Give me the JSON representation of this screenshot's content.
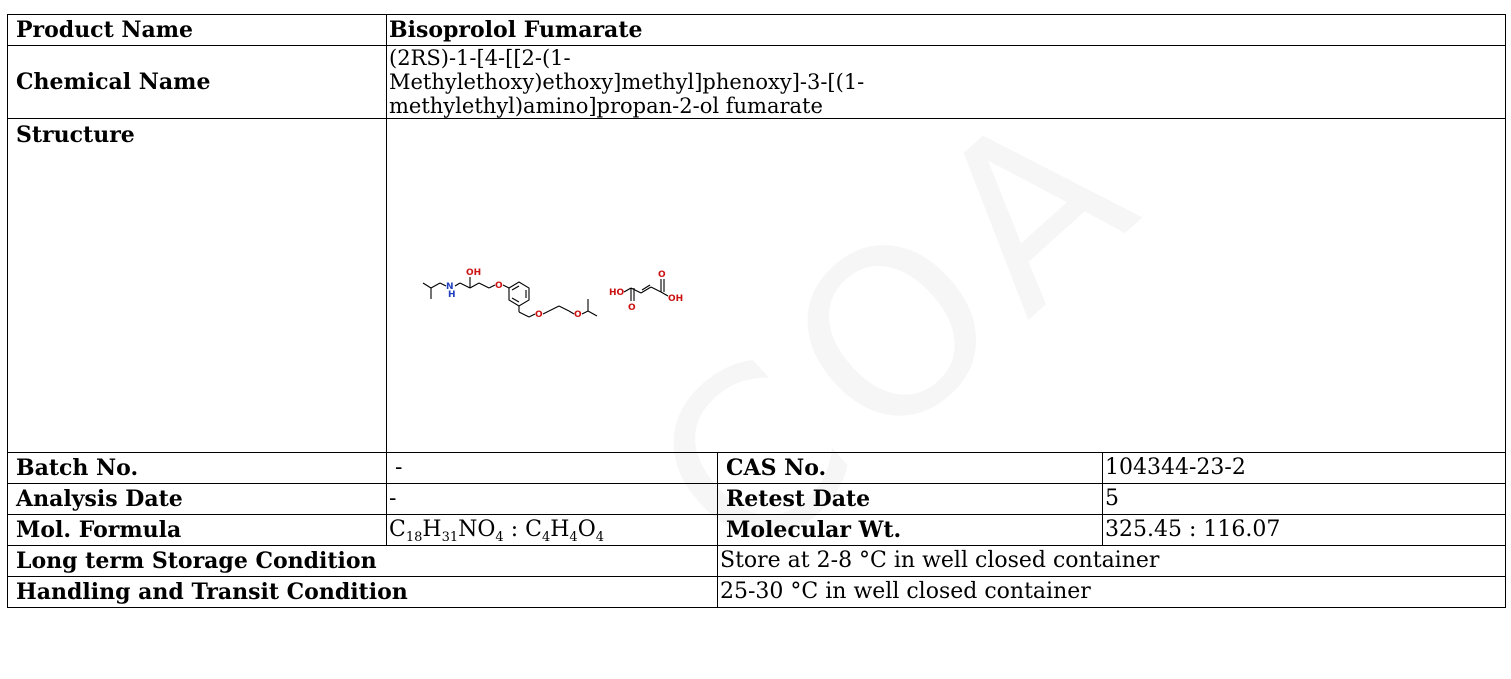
{
  "watermark": "COA",
  "rows": {
    "product_name": {
      "label": "Product Name",
      "value": "Bisoprolol Fumarate"
    },
    "chemical_name": {
      "label": "Chemical Name",
      "value": "(2RS)-1-[4-[[2-(1-Methylethoxy)ethoxy]methyl]phenoxy]-3-[(1-methylethyl)amino]propan-2-ol fumarate"
    },
    "structure": {
      "label": "Structure",
      "atoms": {
        "n": "N",
        "h": "H",
        "oh": "OH",
        "o": "O",
        "ho": "HO"
      }
    },
    "batch_no": {
      "label": "Batch No.",
      "value": "-"
    },
    "cas_no": {
      "label": "CAS No.",
      "value": "104344-23-2"
    },
    "analysis_date": {
      "label": "Analysis Date",
      "value": "-"
    },
    "retest_date": {
      "label": "Retest Date",
      "value": "5"
    },
    "mol_formula": {
      "label": "Mol. Formula",
      "part1": {
        "c": "C",
        "c_n": "18",
        "h": "H",
        "h_n": "31",
        "rest": "NO",
        "o_n": "4"
      },
      "separator": " : ",
      "part2": {
        "c": "C",
        "c_n": "4",
        "h": "H",
        "h_n": "4",
        "o": "O",
        "o_n": "4"
      }
    },
    "molecular_wt": {
      "label": "Molecular Wt.",
      "value": "325.45 : 116.07"
    },
    "storage": {
      "label": "Long term Storage Condition",
      "value": "Store at 2-8 °C in well closed container"
    },
    "handling": {
      "label": "Handling and Transit Condition",
      "value": "25-30 °C in well closed container"
    }
  },
  "colors": {
    "nitrogen": "#1f3fbf",
    "oxygen": "#cc1111",
    "bond": "#000000"
  }
}
